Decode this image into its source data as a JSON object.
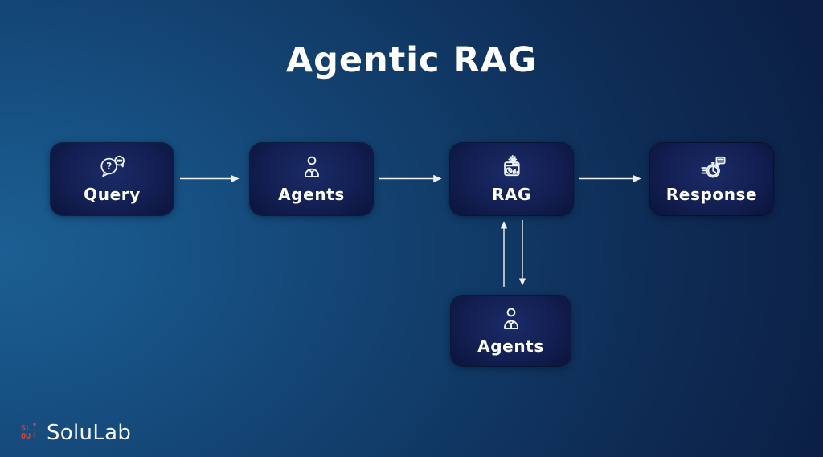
{
  "title": "Agentic RAG",
  "brand": {
    "name": "SoluLab",
    "mark": {
      "row1": "SL",
      "row2": "OU",
      "side_letters": [
        "L",
        "A",
        "B"
      ],
      "color": "#d8423a"
    }
  },
  "nodes": [
    {
      "id": "query",
      "label": "Query",
      "icon": "question-chat-bubbles-icon"
    },
    {
      "id": "agents-top",
      "label": "Agents",
      "icon": "person-icon"
    },
    {
      "id": "rag",
      "label": "RAG",
      "icon": "document-gear-analytics-icon"
    },
    {
      "id": "response",
      "label": "Response",
      "icon": "fast-response-stopwatch-icon"
    },
    {
      "id": "agents-bottom",
      "label": "Agents",
      "icon": "person-icon"
    }
  ],
  "connections": [
    {
      "from": "query",
      "to": "agents-top",
      "direction": "right"
    },
    {
      "from": "agents-top",
      "to": "rag",
      "direction": "right"
    },
    {
      "from": "rag",
      "to": "response",
      "direction": "right"
    },
    {
      "from": "agents-bottom",
      "to": "rag",
      "direction": "up"
    },
    {
      "from": "rag",
      "to": "agents-bottom",
      "direction": "down"
    }
  ],
  "colors": {
    "background_left": "#1c5f92",
    "background_right": "#0b1a3c",
    "node_fill_center": "#1a2b67",
    "node_fill_edge": "#070c2a",
    "text": "#ffffff",
    "arrow": "#eef2f8",
    "logo_mark": "#d8423a"
  }
}
